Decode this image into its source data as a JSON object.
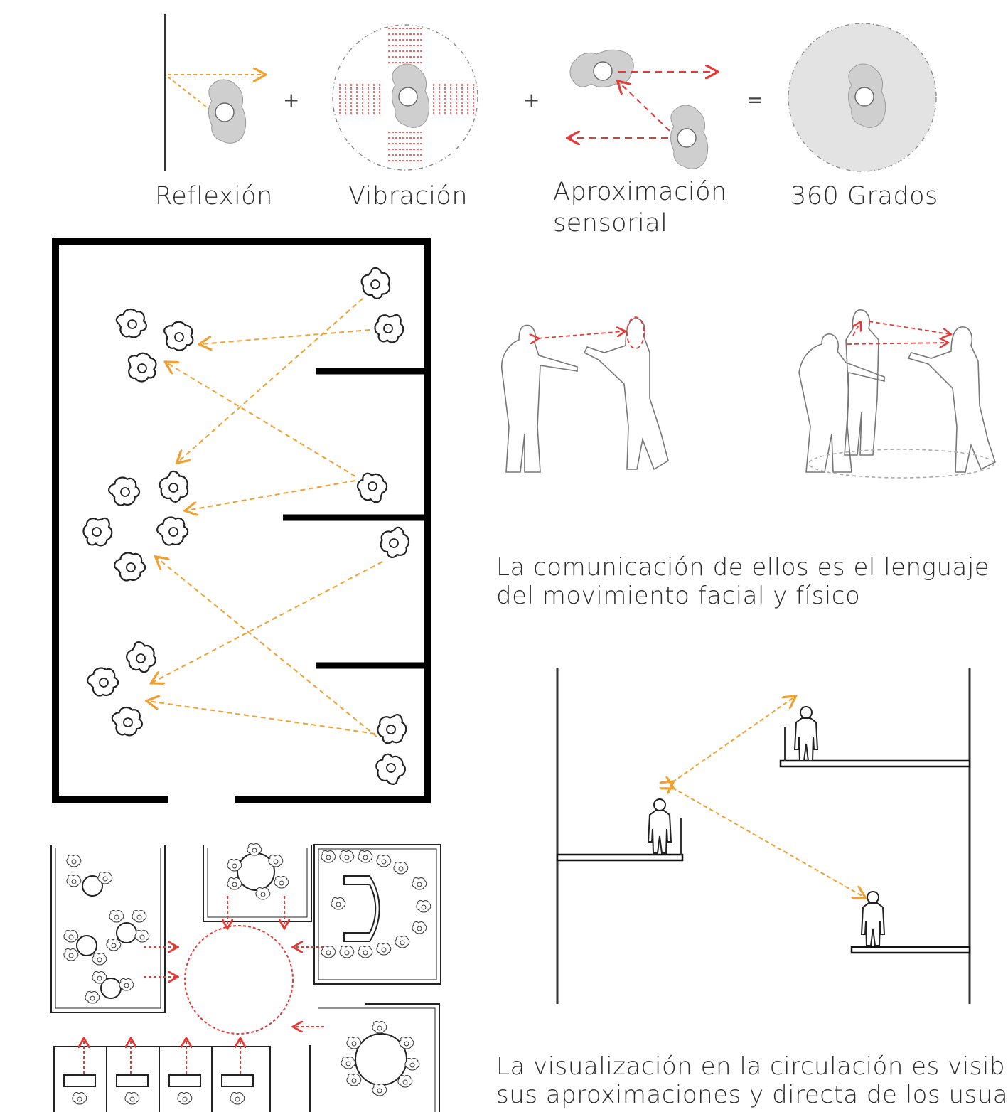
{
  "top_row": {
    "labels": {
      "reflexion": "Reflexión",
      "vibracion": "Vibración",
      "aproximacion_line1": "Aproximación",
      "aproximacion_line2": "sensorial",
      "grados": "360 Grados"
    },
    "operators": {
      "plus1": "+",
      "plus2": "+",
      "equals": "="
    }
  },
  "captions": {
    "communication_line1": "La comunicación de ellos es el lenguaje",
    "communication_line2": "del movimiento facial y físico",
    "visualization_line1": "La visualización  en la circulación es visib",
    "visualization_line2": "sus aproximaciones y directa de los usua"
  },
  "colors": {
    "orange_arrow": "#f0a030",
    "red_arrow": "#e53935",
    "figure_fill": "#cfcfcf",
    "wall": "#000000",
    "circle_fill": "#e3e3e3"
  },
  "icons": [
    "person-topview-icon",
    "person-silhouette-icon",
    "arrow-icon"
  ]
}
